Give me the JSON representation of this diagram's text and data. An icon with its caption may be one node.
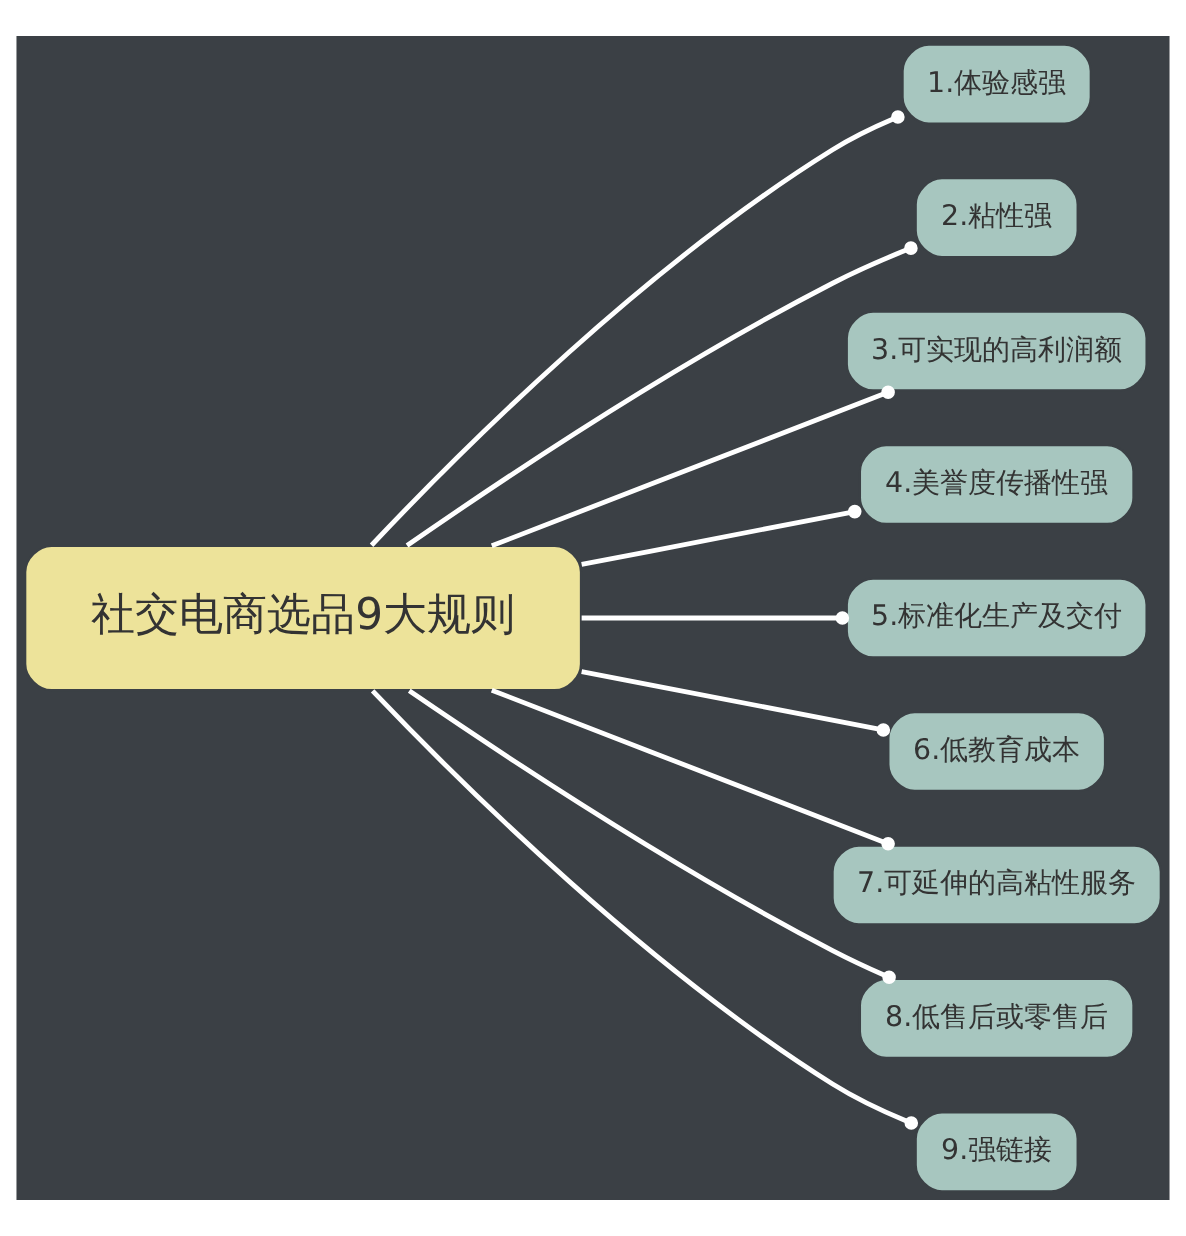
{
  "diagram": {
    "nodes": [
      {
        "text": [
          "社交电商选品9大规则"
        ]
      },
      {
        "text": [
          "1.体验感强"
        ]
      },
      {
        "text": [
          "2.粘性强"
        ]
      },
      {
        "text": [
          "3.可实现的高利润额"
        ]
      },
      {
        "text": [
          "4.美誉度传播性强"
        ]
      },
      {
        "text": [
          "5.标准化生产及交付"
        ]
      },
      {
        "text": [
          "6.低教育成本"
        ]
      },
      {
        "text": [
          "7.可延伸的高粘性服务"
        ]
      },
      {
        "text": [
          "8.低售后或零售后"
        ]
      },
      {
        "text": [
          "9.强链接"
        ]
      }
    ],
    "edges": [
      {
        "from": 0,
        "to": 1,
        "arrow": "other"
      },
      {
        "from": 0,
        "to": 2,
        "arrow": "other"
      },
      {
        "from": 0,
        "to": 3,
        "arrow": "other"
      },
      {
        "from": 0,
        "to": 4,
        "arrow": "other"
      },
      {
        "from": 0,
        "to": 5,
        "arrow": "other"
      },
      {
        "from": 0,
        "to": 6,
        "arrow": "other"
      },
      {
        "from": 0,
        "to": 7,
        "arrow": "other"
      },
      {
        "from": 0,
        "to": 8,
        "arrow": "other"
      },
      {
        "from": 0,
        "to": 9,
        "arrow": "other"
      }
    ]
  }
}
